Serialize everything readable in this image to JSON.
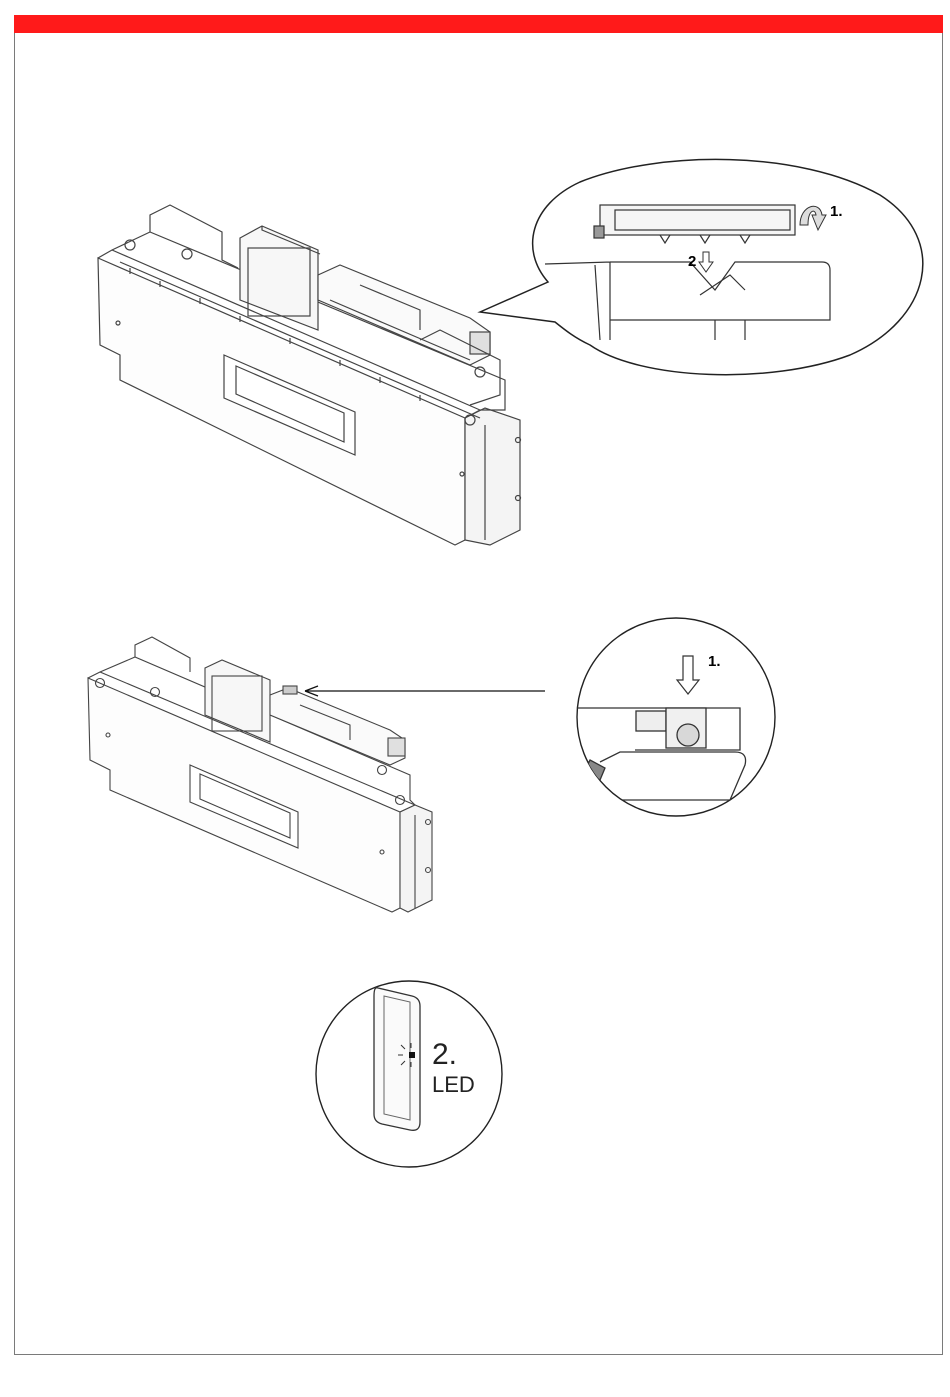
{
  "header_bar": {
    "color": "#ff1a1a"
  },
  "figure1": {
    "callout": {
      "step1_label": "1.",
      "step2_label": "2"
    }
  },
  "figure2": {
    "callout": {
      "step1_label": "1."
    }
  },
  "figure3": {
    "step_label": "2.",
    "led_label": "LED"
  }
}
